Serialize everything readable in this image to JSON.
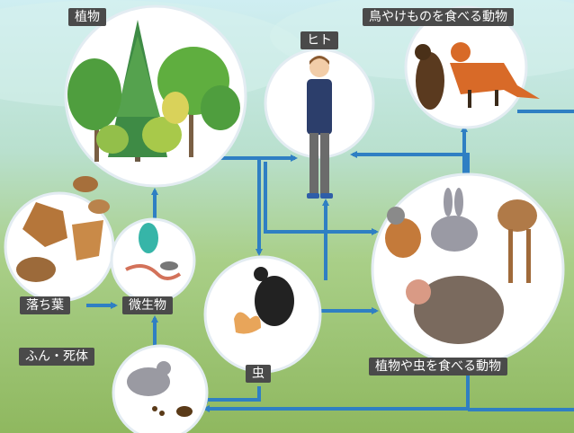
{
  "nodes": {
    "plants": "植物",
    "human": "ヒト",
    "birds_beasts": "鳥やけものを食べる動物",
    "fallen_leaves": "落ち葉",
    "microbes": "微生物",
    "dung_carcass": "ふん・死体",
    "insects": "虫",
    "plant_insect_eaters": "植物や虫を食べる動物"
  },
  "colors": {
    "arrow": "#2f7fc3",
    "label_bg": "#4a4a4a",
    "circle_border": "#e6eef4",
    "background_top": "#bfe3ea",
    "background_bottom": "#8fb85f"
  }
}
